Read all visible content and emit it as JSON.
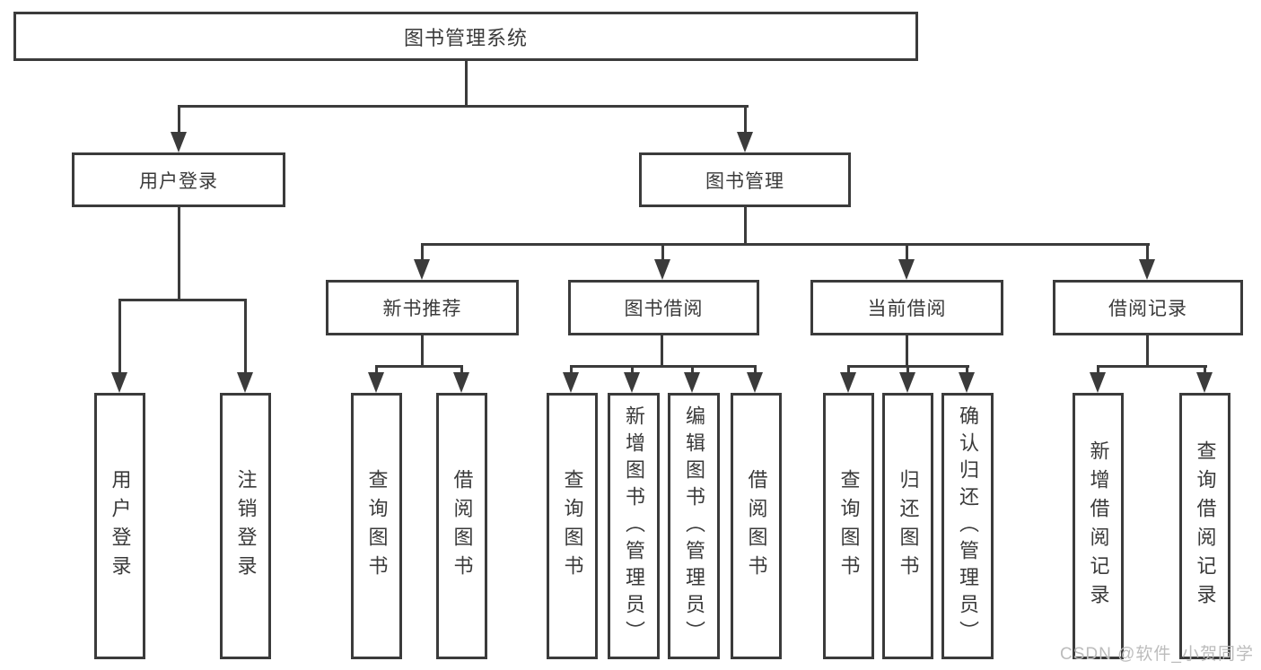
{
  "colors": {
    "line": "#3b3b3b",
    "text": "#3a3a3a",
    "watermark": "#bcbcbc",
    "background": "#ffffff"
  },
  "diagram": {
    "type": "tree",
    "title": "图书管理系统",
    "level2": [
      {
        "label": "用户登录"
      },
      {
        "label": "图书管理"
      }
    ],
    "level3": [
      {
        "label": "新书推荐",
        "parent": "图书管理"
      },
      {
        "label": "图书借阅",
        "parent": "图书管理"
      },
      {
        "label": "当前借阅",
        "parent": "图书管理"
      },
      {
        "label": "借阅记录",
        "parent": "图书管理"
      }
    ],
    "leaves": [
      {
        "label": "用户登录",
        "parent": "用户登录"
      },
      {
        "label": "注销登录",
        "parent": "用户登录"
      },
      {
        "label": "查询图书",
        "parent": "新书推荐"
      },
      {
        "label": "借阅图书",
        "parent": "新书推荐"
      },
      {
        "label": "查询图书",
        "parent": "图书借阅"
      },
      {
        "label": "新增图书（管理员）",
        "parent": "图书借阅"
      },
      {
        "label": "编辑图书（管理员）",
        "parent": "图书借阅"
      },
      {
        "label": "借阅图书",
        "parent": "图书借阅"
      },
      {
        "label": "查询图书",
        "parent": "当前借阅"
      },
      {
        "label": "归还图书",
        "parent": "当前借阅"
      },
      {
        "label": "确认归还（管理员）",
        "parent": "当前借阅"
      },
      {
        "label": "新增借阅记录",
        "parent": "借阅记录"
      },
      {
        "label": "查询借阅记录",
        "parent": "借阅记录"
      }
    ]
  },
  "watermark": {
    "text": "CSDN @软件_小贺同学"
  }
}
